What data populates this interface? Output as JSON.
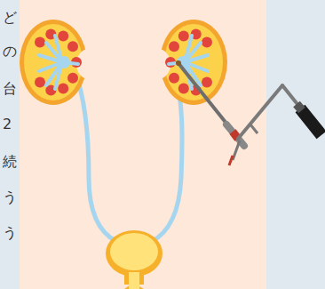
{
  "diagram": {
    "labels": [
      "ど",
      "の",
      "台",
      "2",
      "続",
      "う",
      "う"
    ]
  }
}
